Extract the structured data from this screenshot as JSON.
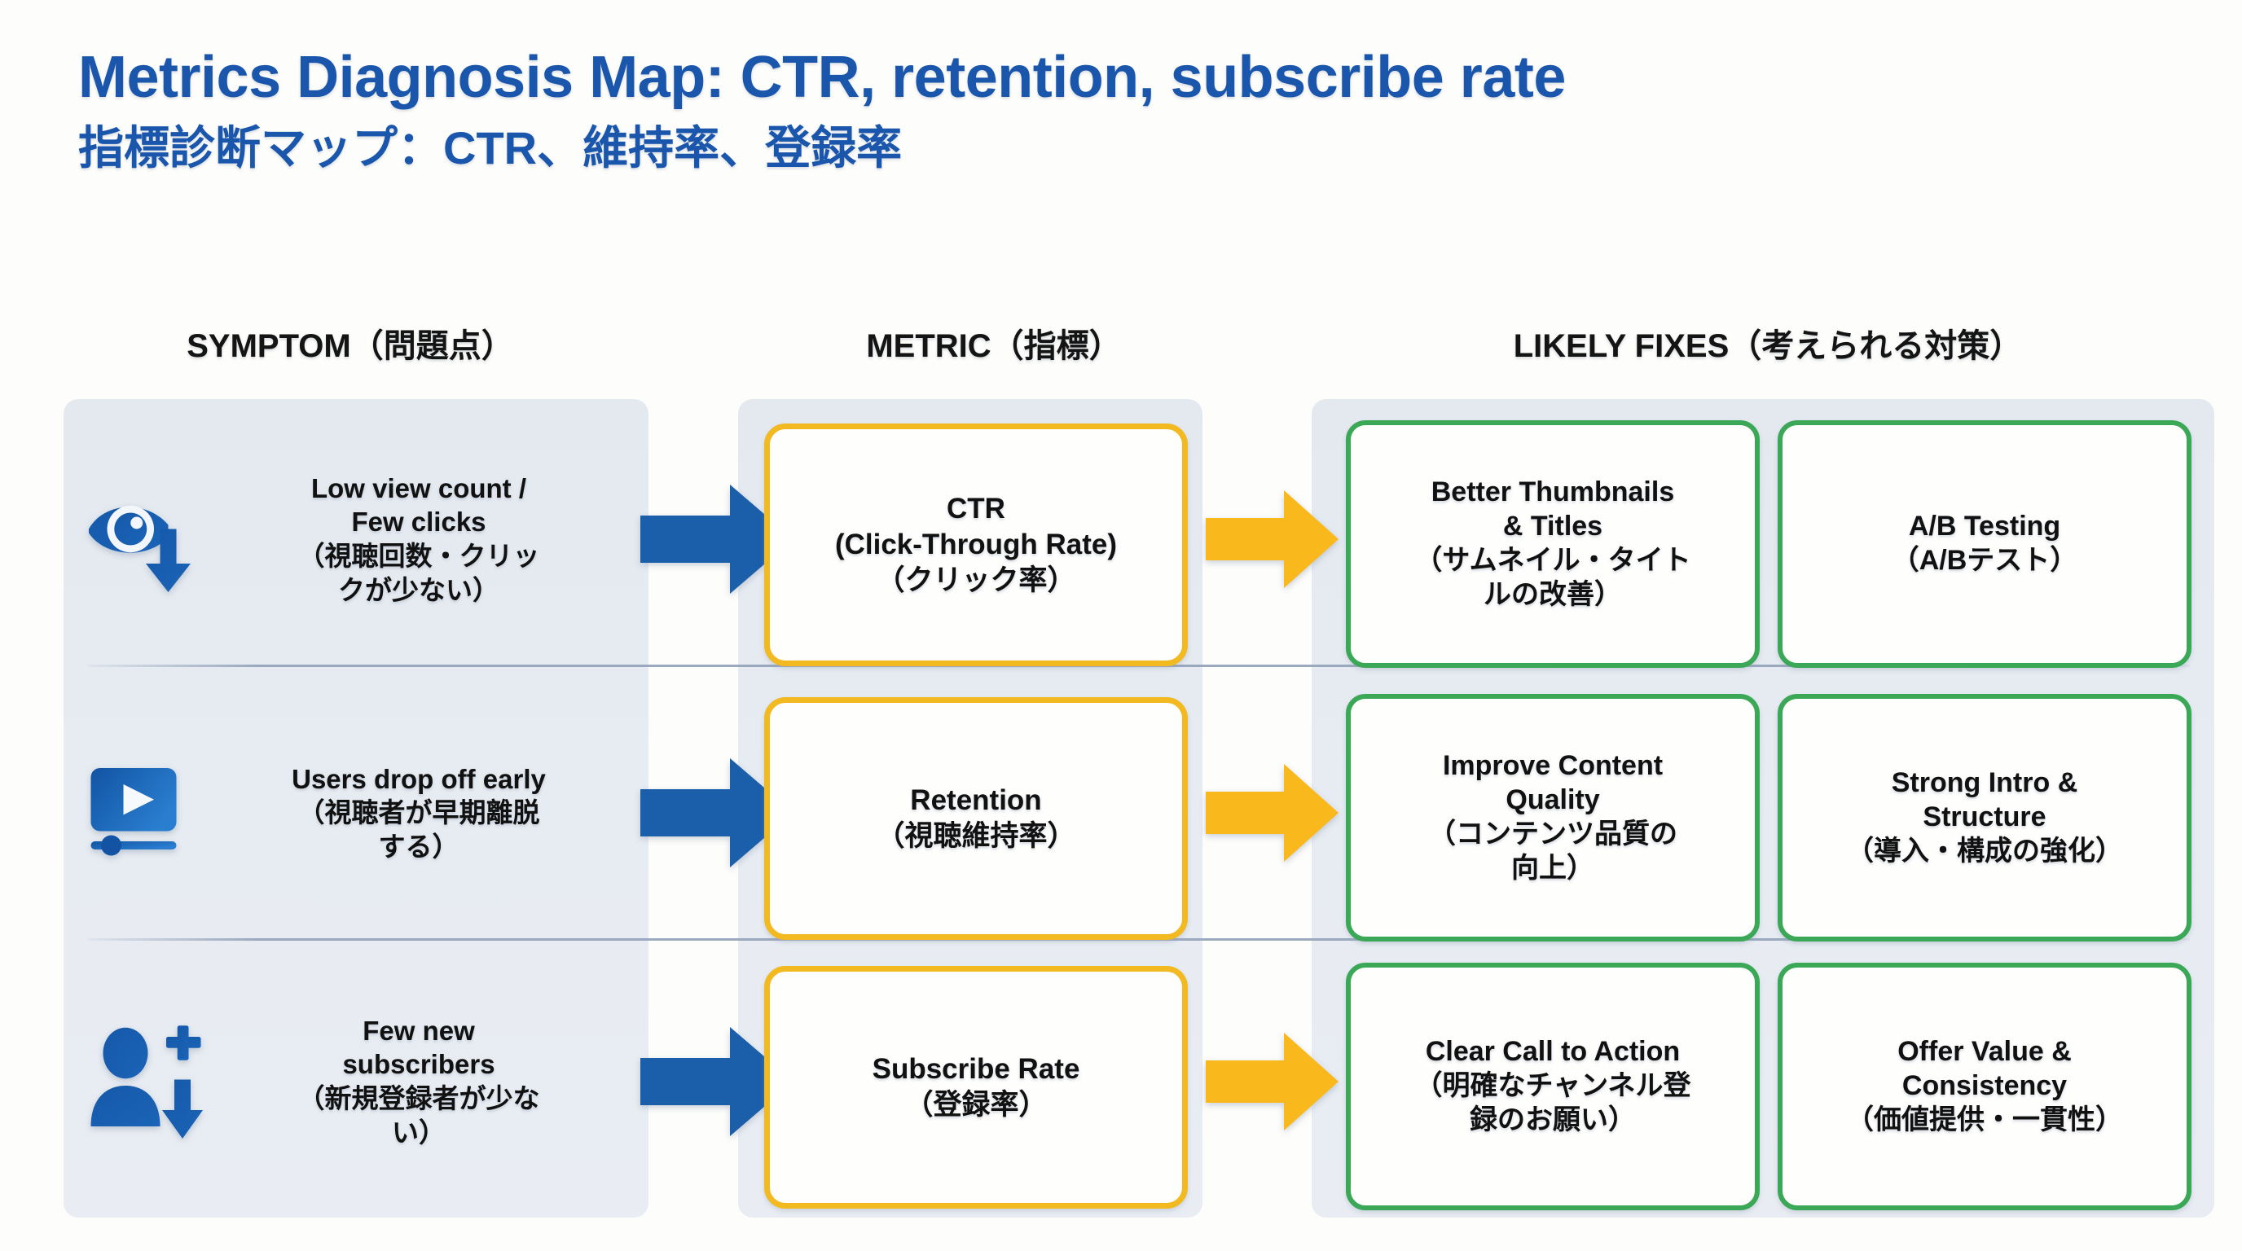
{
  "title": {
    "main": "Metrics Diagnosis Map: CTR, retention, subscribe rate",
    "sub": "指標診断マップ：CTR、維持率、登録率",
    "color": "#1a56ac"
  },
  "headers": {
    "symptom": "SYMPTOM（問題点）",
    "metric": "METRIC（指標）",
    "fixes": "LIKELY FIXES（考えられる対策）"
  },
  "colors": {
    "title_blue": "#1a56ac",
    "arrow_blue": "#1b5eaa",
    "arrow_yellow": "#f9b81c",
    "metric_border": "#f2b921",
    "fix_border": "#3aa856",
    "panel_bg": "#e7ecf2",
    "page_bg": "#fdfdfb"
  },
  "rows": [
    {
      "icon": "eye-down-icon",
      "symptom_en": "Low view count /",
      "symptom_en2": "Few clicks",
      "symptom_jp": "（視聴回数・クリッ",
      "symptom_jp2": "クが少ない）",
      "arrow_1": "arrow-right-blue-icon",
      "metric_en": "CTR",
      "metric_en2": "(Click-Through Rate)",
      "metric_jp": "（クリック率）",
      "arrow_2": "arrow-right-yellow-icon",
      "fixes": [
        {
          "en": "Better Thumbnails",
          "en2": "& Titles",
          "jp": "（サムネイル・タイト",
          "jp2": "ルの改善）"
        },
        {
          "en": "A/B Testing",
          "en2": "",
          "jp": "（A/Bテスト）",
          "jp2": ""
        }
      ]
    },
    {
      "icon": "video-player-icon",
      "symptom_en": "Users drop off early",
      "symptom_en2": "",
      "symptom_jp": "（視聴者が早期離脱",
      "symptom_jp2": "する）",
      "arrow_1": "arrow-right-blue-icon",
      "metric_en": "Retention",
      "metric_en2": "",
      "metric_jp": "（視聴維持率）",
      "arrow_2": "arrow-right-yellow-icon",
      "fixes": [
        {
          "en": "Improve Content",
          "en2": "Quality",
          "jp": "（コンテンツ品質の",
          "jp2": "向上）"
        },
        {
          "en": "Strong Intro &",
          "en2": "Structure",
          "jp": "（導入・構成の強化）",
          "jp2": ""
        }
      ]
    },
    {
      "icon": "user-add-down-icon",
      "symptom_en": "Few new",
      "symptom_en2": "subscribers",
      "symptom_jp": "（新規登録者が少な",
      "symptom_jp2": "い）",
      "arrow_1": "arrow-right-blue-icon",
      "metric_en": "Subscribe Rate",
      "metric_en2": "",
      "metric_jp": "（登録率）",
      "arrow_2": "arrow-right-yellow-icon",
      "fixes": [
        {
          "en": "Clear Call to Action",
          "en2": "",
          "jp": "（明確なチャンネル登",
          "jp2": "録のお願い）"
        },
        {
          "en": "Offer Value &",
          "en2": "Consistency",
          "jp": "（価値提供・一貫性）",
          "jp2": ""
        }
      ]
    }
  ]
}
